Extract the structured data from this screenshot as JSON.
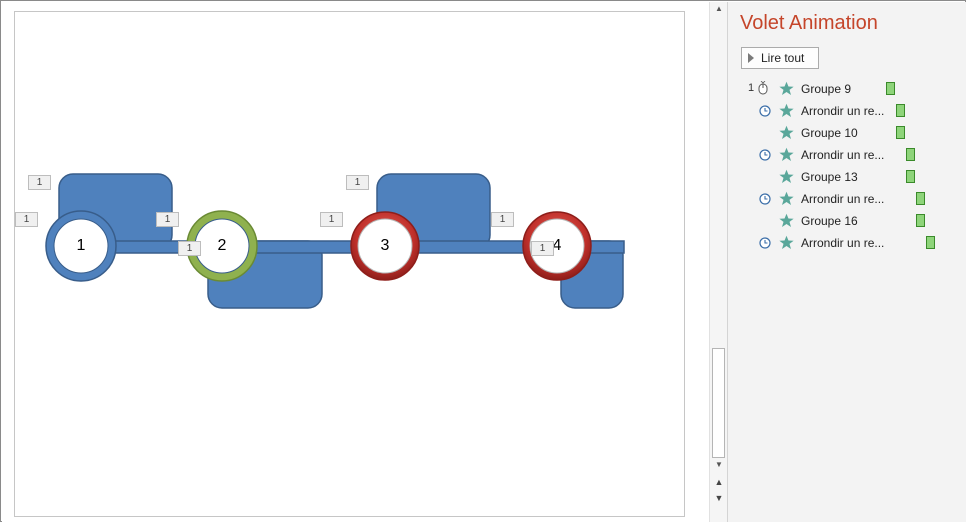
{
  "slide": {
    "step_numbers": [
      "1",
      "2",
      "3",
      "4"
    ],
    "animation_tag": "1"
  },
  "pane": {
    "title": "Volet Animation",
    "play_button": "Lire tout",
    "items": [
      {
        "index": "1",
        "trigger": "on-click",
        "icon": "star-icon",
        "label": "Groupe 9"
      },
      {
        "index": "",
        "trigger": "after-previous",
        "icon": "star-icon",
        "label": "Arrondir un re..."
      },
      {
        "index": "",
        "trigger": "with-previous",
        "icon": "star-icon",
        "label": "Groupe 10"
      },
      {
        "index": "",
        "trigger": "after-previous",
        "icon": "star-icon",
        "label": "Arrondir un re..."
      },
      {
        "index": "",
        "trigger": "with-previous",
        "icon": "star-icon",
        "label": "Groupe 13"
      },
      {
        "index": "",
        "trigger": "after-previous",
        "icon": "star-icon",
        "label": "Arrondir un re..."
      },
      {
        "index": "",
        "trigger": "with-previous",
        "icon": "star-icon",
        "label": "Groupe 16"
      },
      {
        "index": "",
        "trigger": "after-previous",
        "icon": "star-icon",
        "label": "Arrondir un re..."
      }
    ]
  },
  "colors": {
    "title": "#c5452a",
    "shape_blue": "#4f81bd",
    "ring_green": "#8fb14e",
    "ring_red": "#c0302b",
    "timing_bar": "#8ed47a",
    "star": "#5aa79a"
  }
}
